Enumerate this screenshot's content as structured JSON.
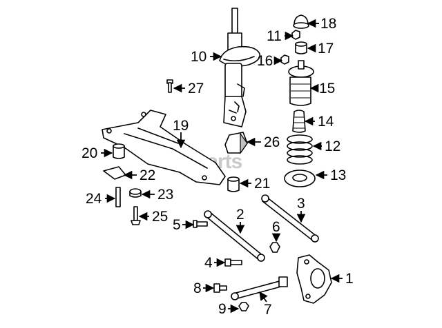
{
  "diagram": {
    "watermark": "parts",
    "callouts": [
      {
        "id": "c1",
        "number": "1"
      },
      {
        "id": "c2",
        "number": "2"
      },
      {
        "id": "c3",
        "number": "3"
      },
      {
        "id": "c4",
        "number": "4"
      },
      {
        "id": "c5",
        "number": "5"
      },
      {
        "id": "c6",
        "number": "6"
      },
      {
        "id": "c7",
        "number": "7"
      },
      {
        "id": "c8",
        "number": "8"
      },
      {
        "id": "c9",
        "number": "9"
      },
      {
        "id": "c10",
        "number": "10"
      },
      {
        "id": "c11",
        "number": "11"
      },
      {
        "id": "c12",
        "number": "12"
      },
      {
        "id": "c13",
        "number": "13"
      },
      {
        "id": "c14",
        "number": "14"
      },
      {
        "id": "c15",
        "number": "15"
      },
      {
        "id": "c16",
        "number": "16"
      },
      {
        "id": "c17",
        "number": "17"
      },
      {
        "id": "c18",
        "number": "18"
      },
      {
        "id": "c19",
        "number": "19"
      },
      {
        "id": "c20",
        "number": "20"
      },
      {
        "id": "c21",
        "number": "21"
      },
      {
        "id": "c22",
        "number": "22"
      },
      {
        "id": "c23",
        "number": "23"
      },
      {
        "id": "c24",
        "number": "24"
      },
      {
        "id": "c25",
        "number": "25"
      },
      {
        "id": "c26",
        "number": "26"
      },
      {
        "id": "c27",
        "number": "27"
      }
    ]
  }
}
